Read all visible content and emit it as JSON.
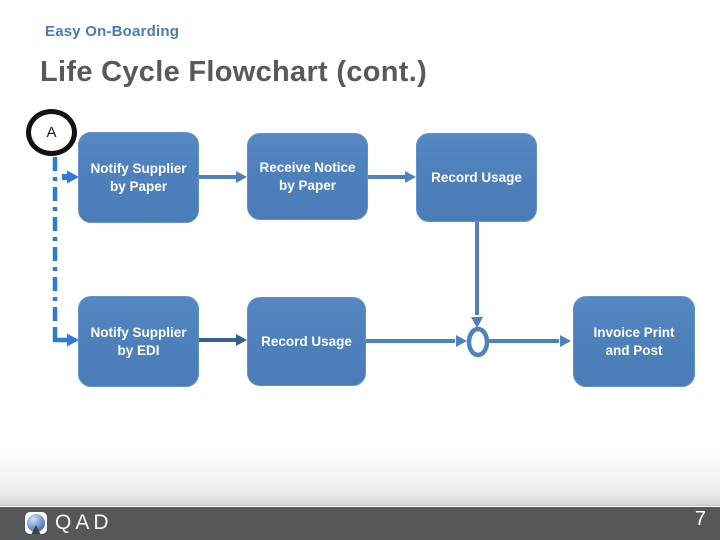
{
  "slide": {
    "kicker": "Easy On-Boarding",
    "title": "Life Cycle Flowchart (cont.)",
    "page_number": "7"
  },
  "flowchart": {
    "off_page_connector_label": "A",
    "boxes": [
      {
        "id": "notify-supplier-paper",
        "label": "Notify Supplier\nby Paper"
      },
      {
        "id": "receive-notice-paper",
        "label": "Receive Notice\nby Paper"
      },
      {
        "id": "record-usage-top",
        "label": "Record Usage"
      },
      {
        "id": "notify-supplier-edi",
        "label": "Notify Supplier\nby EDI"
      },
      {
        "id": "record-usage-bottom",
        "label": "Record Usage"
      },
      {
        "id": "invoice-print-post",
        "label": "Invoice Print\nand Post"
      }
    ],
    "flows": [
      "A -> Notify Supplier by Paper (dashed)",
      "A -> Notify Supplier by EDI (dashed)",
      "Notify Supplier by Paper -> Receive Notice by Paper",
      "Receive Notice by Paper -> Record Usage",
      "Record Usage (top) -> merge circle",
      "Notify Supplier by EDI -> Record Usage",
      "Record Usage (bottom) -> merge circle",
      "merge circle -> Invoice Print and Post"
    ]
  },
  "footer": {
    "logo_text": "QAD"
  },
  "colors": {
    "box_fill": "#4f81bd",
    "connector_blue": "#4f81bd",
    "dark_arrow_blue": "#376092",
    "dashed_line_blue": "#2e7bd6",
    "kicker_blue": "#4a7ab6",
    "title_gray": "#595959",
    "footer_bar_gray": "#54585a"
  }
}
